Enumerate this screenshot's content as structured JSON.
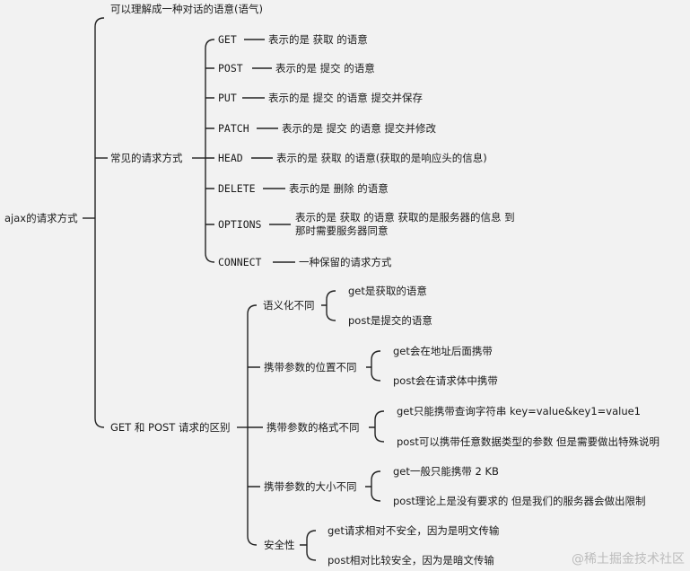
{
  "root": "ajax的请求方式",
  "b1": "可以理解成一种对话的语意(语气)",
  "b2": {
    "label": "常见的请求方式",
    "items": [
      {
        "method": "GET",
        "desc": "表示的是 获取 的语意"
      },
      {
        "method": "POST",
        "desc": "表示的是 提交 的语意"
      },
      {
        "method": "PUT",
        "desc": "表示的是 提交 的语意 提交并保存"
      },
      {
        "method": "PATCH",
        "desc": "表示的是 提交 的语意 提交并修改"
      },
      {
        "method": "HEAD",
        "desc": "表示的是 获取 的语意(获取的是响应头的信息)"
      },
      {
        "method": "DELETE",
        "desc": "表示的是 删除 的语意"
      },
      {
        "method": "OPTIONS",
        "desc": "表示的是 获取 的语意 获取的是服务器的信息 到",
        "desc2": "那时需要服务器同意"
      },
      {
        "method": "CONNECT",
        "desc": "一种保留的请求方式"
      }
    ]
  },
  "b3": {
    "label": "GET 和 POST 请求的区别",
    "groups": [
      {
        "label": "语义化不同",
        "items": [
          "get是获取的语意",
          "post是提交的语意"
        ]
      },
      {
        "label": "携带参数的位置不同",
        "items": [
          "get会在地址后面携带",
          "post会在请求体中携带"
        ]
      },
      {
        "label": "携带参数的格式不同",
        "items": [
          "get只能携带查询字符串 key=value&key1=value1",
          "post可以携带任意数据类型的参数 但是需要做出特殊说明"
        ]
      },
      {
        "label": "携带参数的大小不同",
        "items": [
          "get一般只能携带 2 KB",
          "post理论上是没有要求的 但是我们的服务器会做出限制"
        ]
      },
      {
        "label": "安全性",
        "items": [
          "get请求相对不安全，因为是明文传输",
          "post相对比较安全，因为是暗文传输"
        ]
      }
    ]
  },
  "watermark": "@稀土掘金技术社区"
}
